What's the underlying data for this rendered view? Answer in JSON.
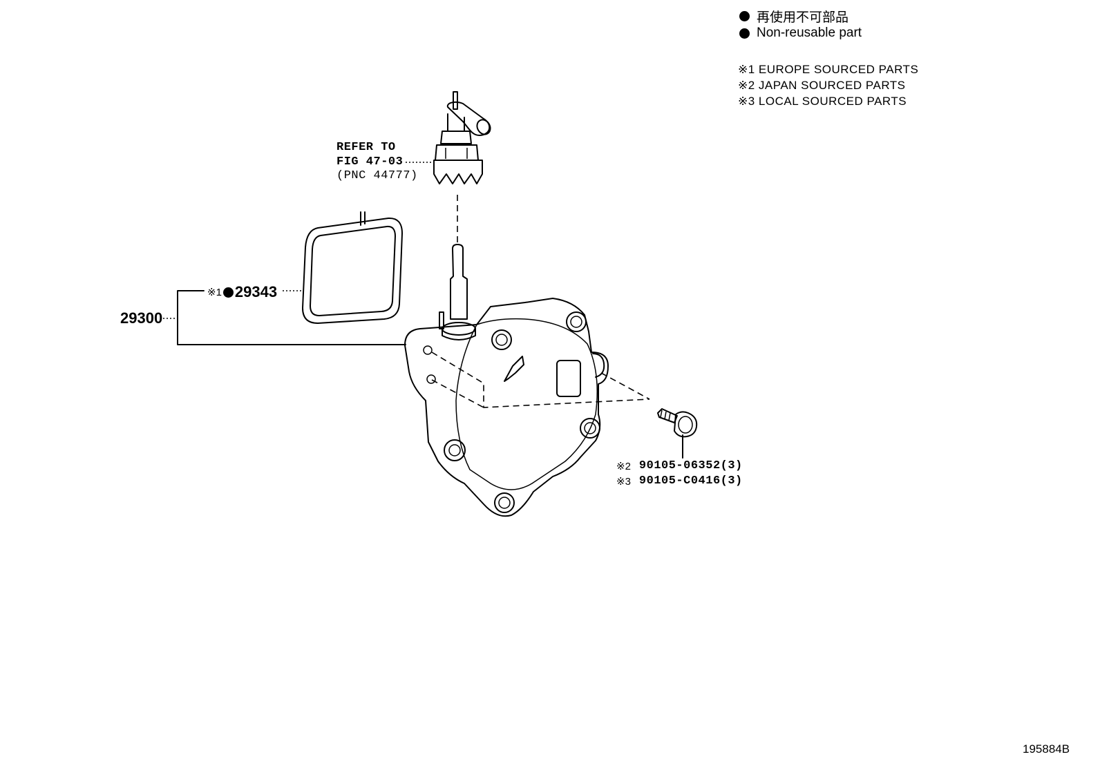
{
  "legend": {
    "non_reusable_jp": "再使用不可部品",
    "non_reusable_en": "Non-reusable part"
  },
  "notes": [
    "※1 EUROPE SOURCED PARTS",
    "※2 JAPAN SOURCED PARTS",
    "※3 LOCAL SOURCED PARTS"
  ],
  "refer": {
    "line1": "REFER TO",
    "line2": "FIG 47-03",
    "line3": "(PNC 44777)"
  },
  "parts": {
    "assembly": "29300",
    "gasket_mark": "※1",
    "gasket": "29343",
    "bolt_mark_1": "※2",
    "bolt_1": "90105-06352(3)",
    "bolt_mark_2": "※3",
    "bolt_2": "90105-C0416(3)"
  },
  "figure_id": "195884B"
}
